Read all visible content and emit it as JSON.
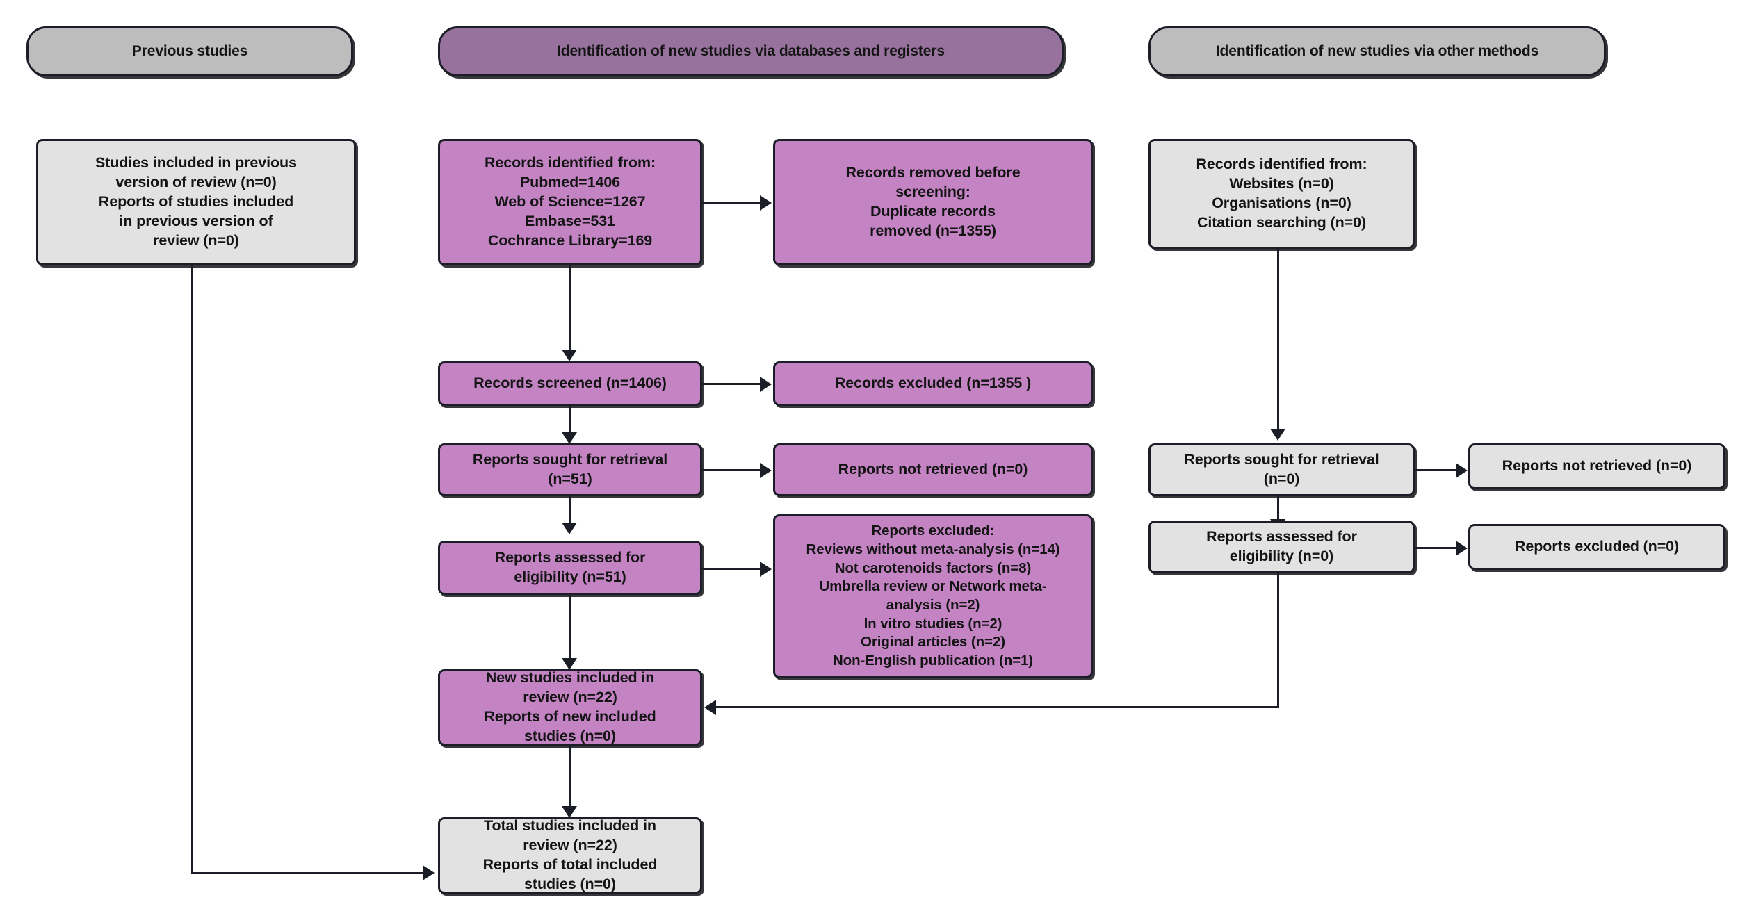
{
  "diagram": {
    "title": "PRISMA 2020 flow diagram for updated systematic reviews",
    "colors": {
      "header_purple": "#96729c",
      "header_grey": "#bdbdbd",
      "box_purple": "#c484c4",
      "box_grey": "#e2e2e2",
      "stroke": "#1b1d27",
      "text": "#141414"
    }
  },
  "headers": {
    "previous": "Previous studies",
    "databases": "Identification of new studies via databases and registers",
    "other": "Identification of new studies via other methods"
  },
  "previous_column": {
    "included_previous": "Studies included in previous\nversion of review (n=0)\nReports of studies included\nin previous version of\nreview (n=0)"
  },
  "databases_column": {
    "identified": "Records identified from:\nPubmed=1406\nWeb of Science=1267\nEmbase=531\nCochrance Library=169",
    "removed": "Records removed before\nscreening:\nDuplicate records\nremoved (n=1355)",
    "screened": "Records screened (n=1406)",
    "excluded": "Records excluded (n=1355 )",
    "sought": "Reports sought for retrieval\n(n=51)",
    "not_retrieved": "Reports not retrieved (n=0)",
    "assessed": "Reports assessed for\neligibility (n=51)",
    "reports_excluded": "Reports excluded:\nReviews without meta-analysis (n=14)\nNot carotenoids factors (n=8)\nUmbrella review or Network meta-\nanalysis (n=2)\nIn vitro studies (n=2)\nOriginal articles (n=2)\nNon-English publication (n=1)",
    "new_included": "New studies included in\nreview (n=22)\nReports of new included\nstudies (n=0)",
    "total_included": "Total studies included in\nreview (n=22)\nReports of total included\nstudies (n=0)"
  },
  "other_column": {
    "identified": "Records identified from:\nWebsites (n=0)\nOrganisations (n=0)\nCitation searching (n=0)",
    "sought": "Reports sought for retrieval\n(n=0)",
    "not_retrieved": "Reports not retrieved (n=0)",
    "assessed": "Reports assessed for\neligibility (n=0)",
    "excluded": "Reports excluded (n=0)"
  },
  "chart_data": {
    "type": "table",
    "title": "PRISMA flow counts",
    "records": [
      {
        "label": "Pubmed",
        "value": 1406
      },
      {
        "label": "Web of Science",
        "value": 1267
      },
      {
        "label": "Embase",
        "value": 531
      },
      {
        "label": "Cochrance Library",
        "value": 169
      },
      {
        "label": "Duplicate records removed",
        "value": 1355
      },
      {
        "label": "Records screened",
        "value": 1406
      },
      {
        "label": "Records excluded",
        "value": 1355
      },
      {
        "label": "Reports sought for retrieval",
        "value": 51
      },
      {
        "label": "Reports not retrieved",
        "value": 0
      },
      {
        "label": "Reports assessed for eligibility",
        "value": 51
      },
      {
        "label": "Reviews without meta-analysis excluded",
        "value": 14
      },
      {
        "label": "Not carotenoids factors excluded",
        "value": 8
      },
      {
        "label": "Umbrella review or Network meta-analysis excluded",
        "value": 2
      },
      {
        "label": "In vitro studies excluded",
        "value": 2
      },
      {
        "label": "Original articles excluded",
        "value": 2
      },
      {
        "label": "Non-English publication excluded",
        "value": 1
      },
      {
        "label": "New studies included in review",
        "value": 22
      },
      {
        "label": "Reports of new included studies",
        "value": 0
      },
      {
        "label": "Total studies included in review",
        "value": 22
      },
      {
        "label": "Reports of total included studies",
        "value": 0
      },
      {
        "label": "Studies included in previous version of review",
        "value": 0
      },
      {
        "label": "Websites",
        "value": 0
      },
      {
        "label": "Organisations",
        "value": 0
      },
      {
        "label": "Citation searching",
        "value": 0
      }
    ]
  }
}
